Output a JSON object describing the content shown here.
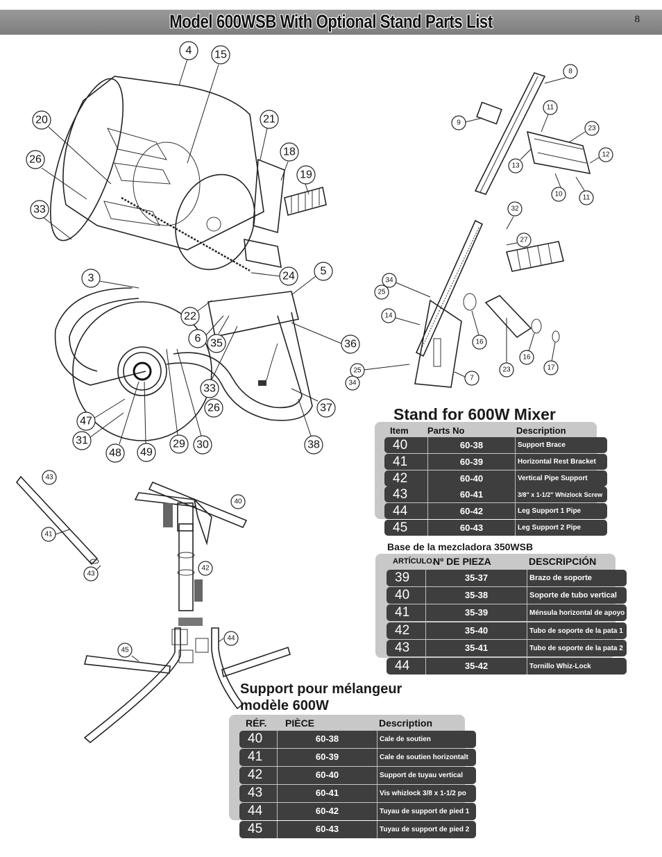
{
  "header": {
    "title": "Model 600WSB With Optional Stand Parts List",
    "page_number": "8"
  },
  "callouts_main": [
    "4",
    "15",
    "20",
    "21",
    "18",
    "26",
    "19",
    "33",
    "3",
    "24",
    "5",
    "22",
    "6",
    "35",
    "36",
    "33",
    "26",
    "37",
    "47",
    "31",
    "48",
    "49",
    "29",
    "30",
    "38"
  ],
  "callouts_pulley": [
    "8",
    "9",
    "11",
    "23",
    "12",
    "13",
    "10",
    "11"
  ],
  "callouts_stand_detail": [
    "32",
    "27",
    "34",
    "25",
    "14",
    "16",
    "23",
    "16",
    "17",
    "25",
    "34",
    "7"
  ],
  "callouts_stand": [
    "43",
    "40",
    "41",
    "43",
    "42",
    "44",
    "45"
  ],
  "table_en": {
    "title": "Stand for 600W Mixer",
    "headers": {
      "item": "Item",
      "part": "Parts No",
      "desc": "Description"
    },
    "rows": [
      {
        "item": "40",
        "part": "60-38",
        "desc": "Support Brace"
      },
      {
        "item": "41",
        "part": "60-39",
        "desc": "Horizontal Rest Bracket"
      },
      {
        "item": "42",
        "part": "60-40",
        "desc": "Vertical Pipe Support"
      },
      {
        "item": "43",
        "part": "60-41",
        "desc": "3/8\" x 1-1/2\" Whizlock Screw"
      },
      {
        "item": "44",
        "part": "60-42",
        "desc": "Leg Support 1 Pipe"
      },
      {
        "item": "45",
        "part": "60-43",
        "desc": "Leg Support 2 Pipe"
      }
    ]
  },
  "table_es": {
    "title": "Base de la mezcladora 350WSB",
    "headers": {
      "item": "ARTÍCULO.",
      "part": "Nº DE PIEZA",
      "desc": "DESCRIPCIÓN"
    },
    "rows": [
      {
        "item": "39",
        "part": "35-37",
        "desc": "Brazo de soporte"
      },
      {
        "item": "40",
        "part": "35-38",
        "desc": "Soporte de tubo vertical"
      },
      {
        "item": "41",
        "part": "35-39",
        "desc": "Ménsula horizontal de apoyo"
      },
      {
        "item": "42",
        "part": "35-40",
        "desc": "Tubo de soporte de la pata 1"
      },
      {
        "item": "43",
        "part": "35-41",
        "desc": "Tubo de soporte de la pata 2"
      },
      {
        "item": "44",
        "part": "35-42",
        "desc": "Tornillo Whiz-Lock"
      }
    ]
  },
  "table_fr": {
    "title_line1": "Support pour mélangeur",
    "title_line2": "modèle 600W",
    "headers": {
      "item": "RÉF.",
      "part": "PIÈCE",
      "desc": "Description"
    },
    "rows": [
      {
        "item": "40",
        "part": "60-38",
        "desc": "Cale de soutien"
      },
      {
        "item": "41",
        "part": "60-39",
        "desc": "Cale de soutien horizontalt"
      },
      {
        "item": "42",
        "part": "60-40",
        "desc": "Support de tuyau vertical"
      },
      {
        "item": "43",
        "part": "60-41",
        "desc": "Vis whizlock 3/8 x 1-1/2 po"
      },
      {
        "item": "44",
        "part": "60-42",
        "desc": "Tuyau de support de pied 1"
      },
      {
        "item": "45",
        "part": "60-43",
        "desc": "Tuyau de support de pied 2"
      }
    ]
  }
}
